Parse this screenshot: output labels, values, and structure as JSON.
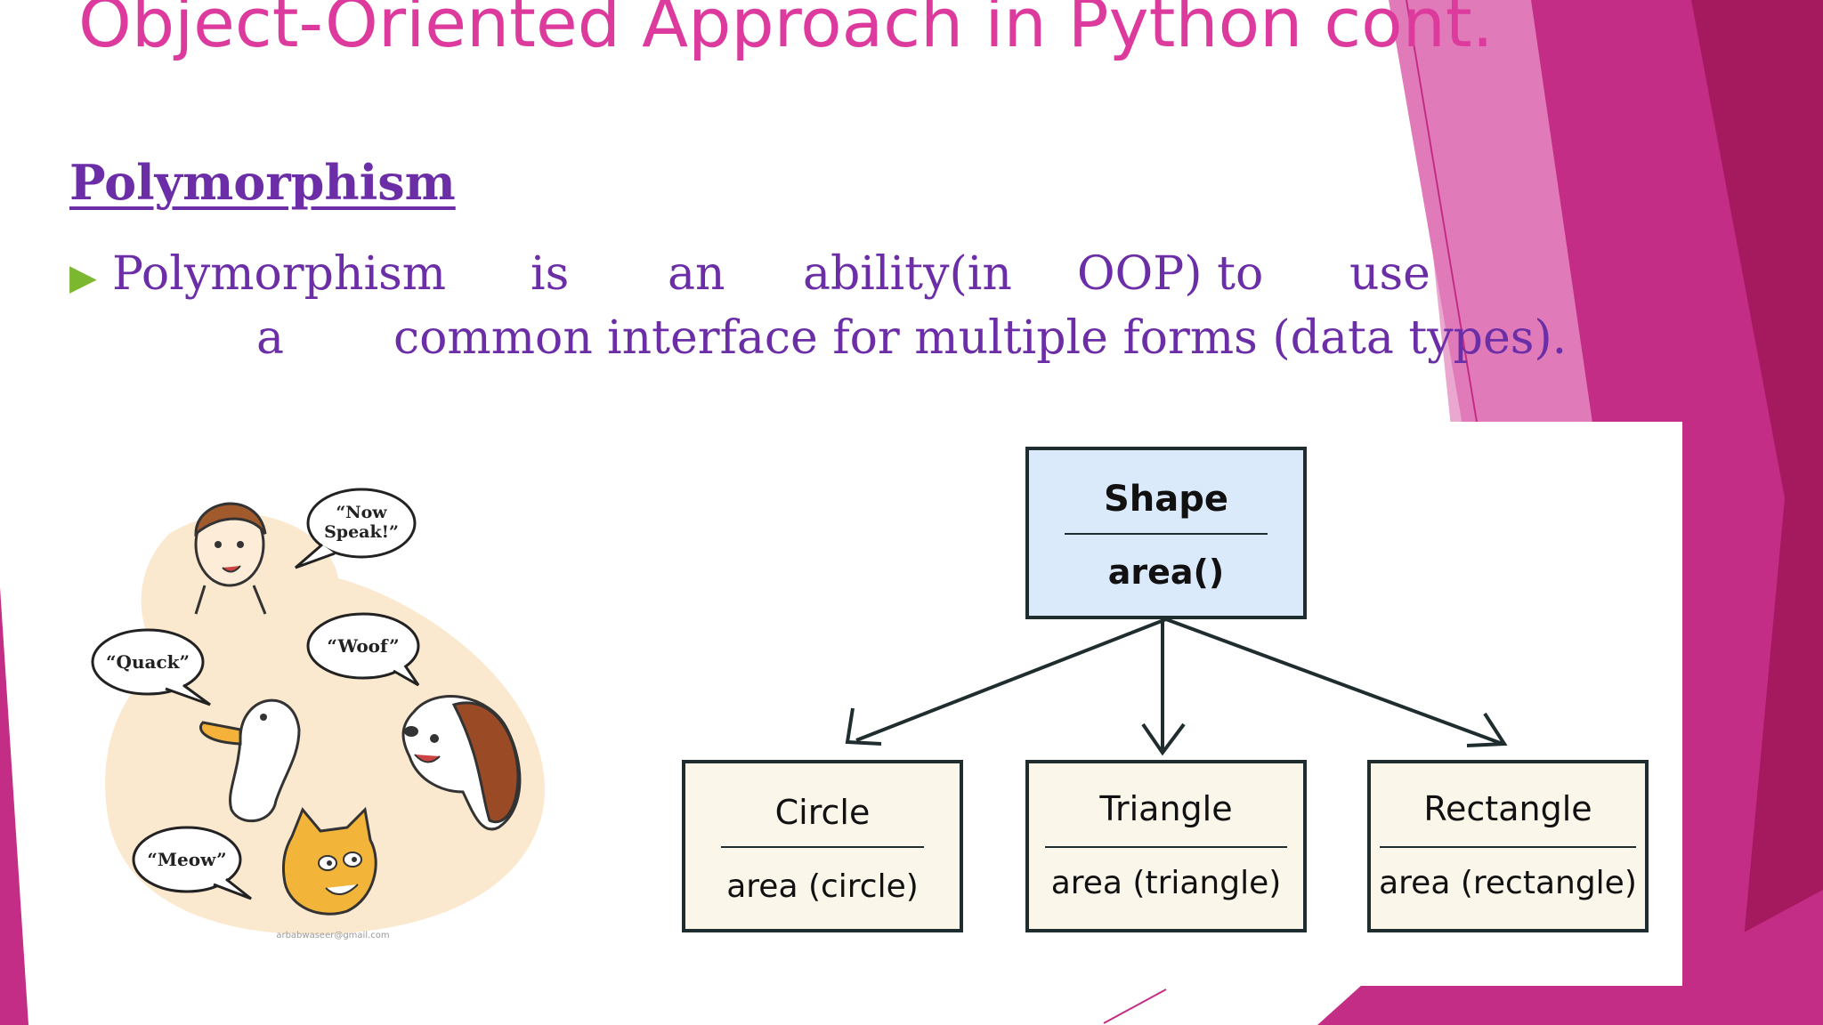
{
  "colors": {
    "title": "#dd3a9e",
    "heading": "#6b2ea6",
    "body_text": "#6b2ea6",
    "bullet": "#7cb82f",
    "deco_dark": "#a5195f",
    "deco_mid": "#c42d85",
    "deco_light": "#e07ab8",
    "deco_pale": "#eaa7cf",
    "uml_parent_fill": "#dbeafb",
    "uml_child_fill": "#fbf6ea",
    "uml_border": "#1f2d2f"
  },
  "slide": {
    "title": "Object-Oriented Approach in Python cont.",
    "section_heading": "Polymorphism",
    "bullet_icon": "triangle-right-icon",
    "bullet_line1": [
      "Polymorphism",
      "is",
      "an",
      "ability(in",
      "OOP) to",
      "use"
    ],
    "bullet_line2": [
      "a",
      "common",
      "interface for multiple forms (data types)."
    ]
  },
  "illustration": {
    "bubbles": {
      "now_speak_line1": "“Now",
      "now_speak_line2": "Speak!”",
      "woof": "“Woof”",
      "quack": "“Quack”",
      "meow": "“Meow”"
    },
    "credit": "arbabwaseer@gmail.com"
  },
  "uml": {
    "parent": {
      "name": "Shape",
      "method": "area()"
    },
    "children": [
      {
        "name": "Circle",
        "method": "area (circle)"
      },
      {
        "name": "Triangle",
        "method": "area (triangle)"
      },
      {
        "name": "Rectangle",
        "method": "area (rectangle)"
      }
    ]
  }
}
